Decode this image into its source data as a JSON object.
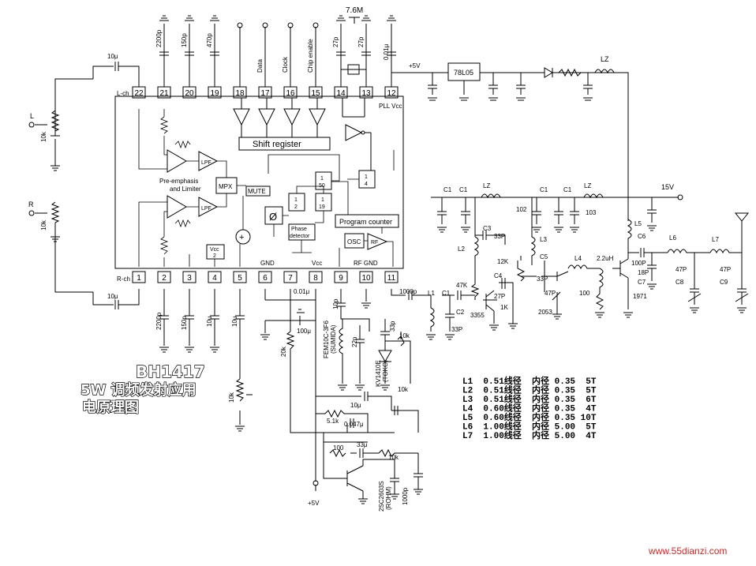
{
  "ic": {
    "pins_top": [
      "22",
      "21",
      "20",
      "19",
      "18",
      "17",
      "16",
      "15",
      "14",
      "13",
      "12"
    ],
    "pins_bottom": [
      "1",
      "2",
      "3",
      "4",
      "5",
      "6",
      "7",
      "8",
      "9",
      "10",
      "11"
    ],
    "pllvcc": "PLL Vcc",
    "lch": "L-ch",
    "rch": "R-ch",
    "gnd": "GND",
    "vcc": "Vcc",
    "rfgnd": "RF GND",
    "preemph": "Pre-emphasis",
    "limiter": "and Limiter",
    "shift": "Shift register",
    "mpx": "MPX",
    "mute": "MUTE",
    "phase1": "Phase",
    "phase2": "detector",
    "progcounter": "Program counter",
    "osc": "OSC",
    "rf": "RF",
    "lpf": "LPF",
    "div50": "1\n50",
    "div2": "1\n2",
    "div19": "1\n19",
    "div4": "1\n4",
    "vcc2": "Vcc\n2"
  },
  "labels": {
    "data": "Data",
    "clock": "Clock",
    "chipenable": "Chip enable",
    "crystal": "7.6M",
    "c2200p": "2200p",
    "c150p": "150p",
    "c470p": "470p",
    "c27p_a": "27p",
    "c27p_b": "27p",
    "c001u_top": "0.01μ",
    "c10u_l": "10μ",
    "c10u_r": "10μ",
    "L": "L",
    "R": "R",
    "k10_l": "10k",
    "k10_r": "10k",
    "plus5v_top": "+5V",
    "reg": "78L05",
    "LZ_top": "LZ",
    "c2200p_b": "2200p",
    "c150p_b": "150p",
    "c10u_b": "10μ",
    "c10u_b2": "10μ",
    "c001u_b": "0.01μ",
    "c100u": "100μ",
    "c10p": "10p",
    "c1000p_a": "1000p",
    "fem": "FEM10C-3F6",
    "sumida": "(SUMIDA)",
    "c22p": "22p",
    "c33p_v": "33p",
    "k10_v": "10k",
    "kv": "KV1410E",
    "toko": "(TOKO)",
    "k20": "20k",
    "k10_pot": "10k",
    "k10_b": "10k",
    "c10u_c": "10μ",
    "k51": "5.1k",
    "c0047": "0.047μ",
    "r100": "100",
    "c33u": "33μ",
    "k10_c": "10k",
    "trans": "2SC2603S",
    "rohm": "(ROHM)",
    "c1000p_b": "1000p",
    "plus5v_bot": "+5V",
    "v15": "15V",
    "C1a": "C1",
    "C1b": "C1",
    "LZa": "LZ",
    "C1c": "C1",
    "C1d": "C1",
    "LZb": "LZ",
    "n102": "102",
    "n103": "103",
    "C3": "C3",
    "p33a": "33P",
    "L2": "L2",
    "L3": "L3",
    "k12": "12K",
    "C5": "C5",
    "C4": "C4",
    "p33b": "33P",
    "k47": "47K",
    "p27": "27P",
    "k1": "1K",
    "p47": "47P",
    "n2053": "2053",
    "L4": "L4",
    "n100": "100",
    "uH": "2.2uH",
    "L5": "L5",
    "C6": "C6",
    "p100": "100P",
    "p18": "18P",
    "C7": "C7",
    "n1971": "1971",
    "L6": "L6",
    "L7": "L7",
    "p47b": "47P",
    "C8": "C8",
    "p47c": "47P",
    "C9": "C9",
    "L1": "L1",
    "C1e": "C1",
    "C2": "C2",
    "p33c": "33P",
    "n3355": "3355",
    "p1000": "1000p",
    "www": "www.55dianzi.com"
  },
  "title": {
    "line1": "BH1417",
    "line2": "5W 调频发射应用",
    "line3": "电原理图"
  },
  "coil_table": [
    "L1  0.51线径  内径 0.35  5T",
    "L2  0.51线径  内径 0.35  5T",
    "L3  0.51线径  内径 0.35  6T",
    "L4  0.60线径  内径 0.35  4T",
    "L5  0.60线径  内径 0.35 10T",
    "L6  1.00线径  内径 5.00  5T",
    "L7  1.00线径  内径 5.00  4T"
  ]
}
